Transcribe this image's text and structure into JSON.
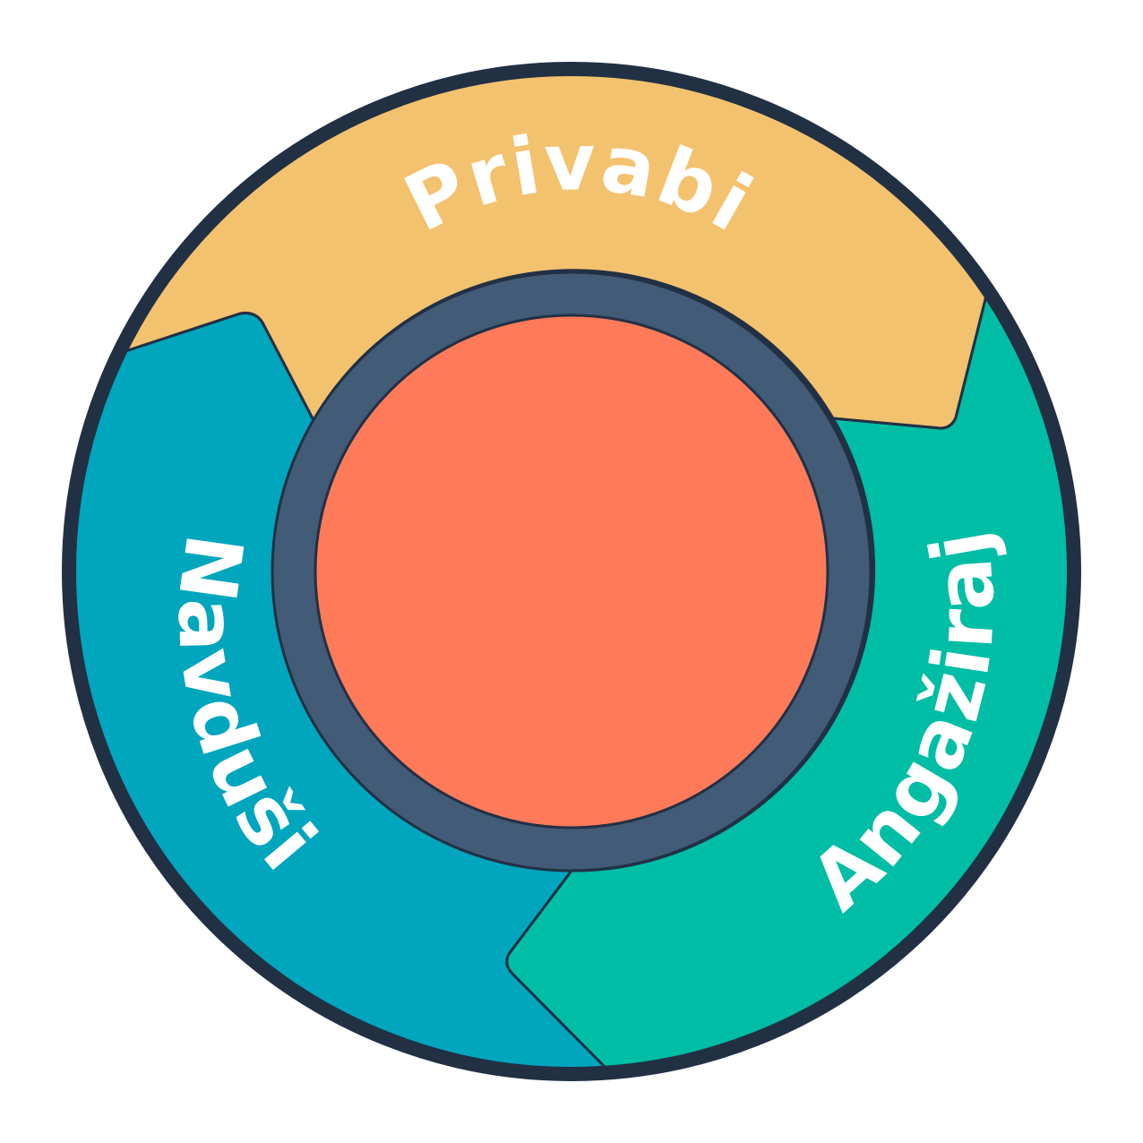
{
  "diagram": {
    "segments": [
      {
        "id": "attract",
        "label": "Privabi",
        "color": "#F3C26F"
      },
      {
        "id": "engage",
        "label": "Angažiraj",
        "color": "#00BDA5"
      },
      {
        "id": "delight",
        "label": "Navduši",
        "color": "#00A5BE"
      }
    ],
    "outline_color": "#223044",
    "hub_ring_color": "#425B76",
    "hub_center_color": "#FF7A59"
  }
}
